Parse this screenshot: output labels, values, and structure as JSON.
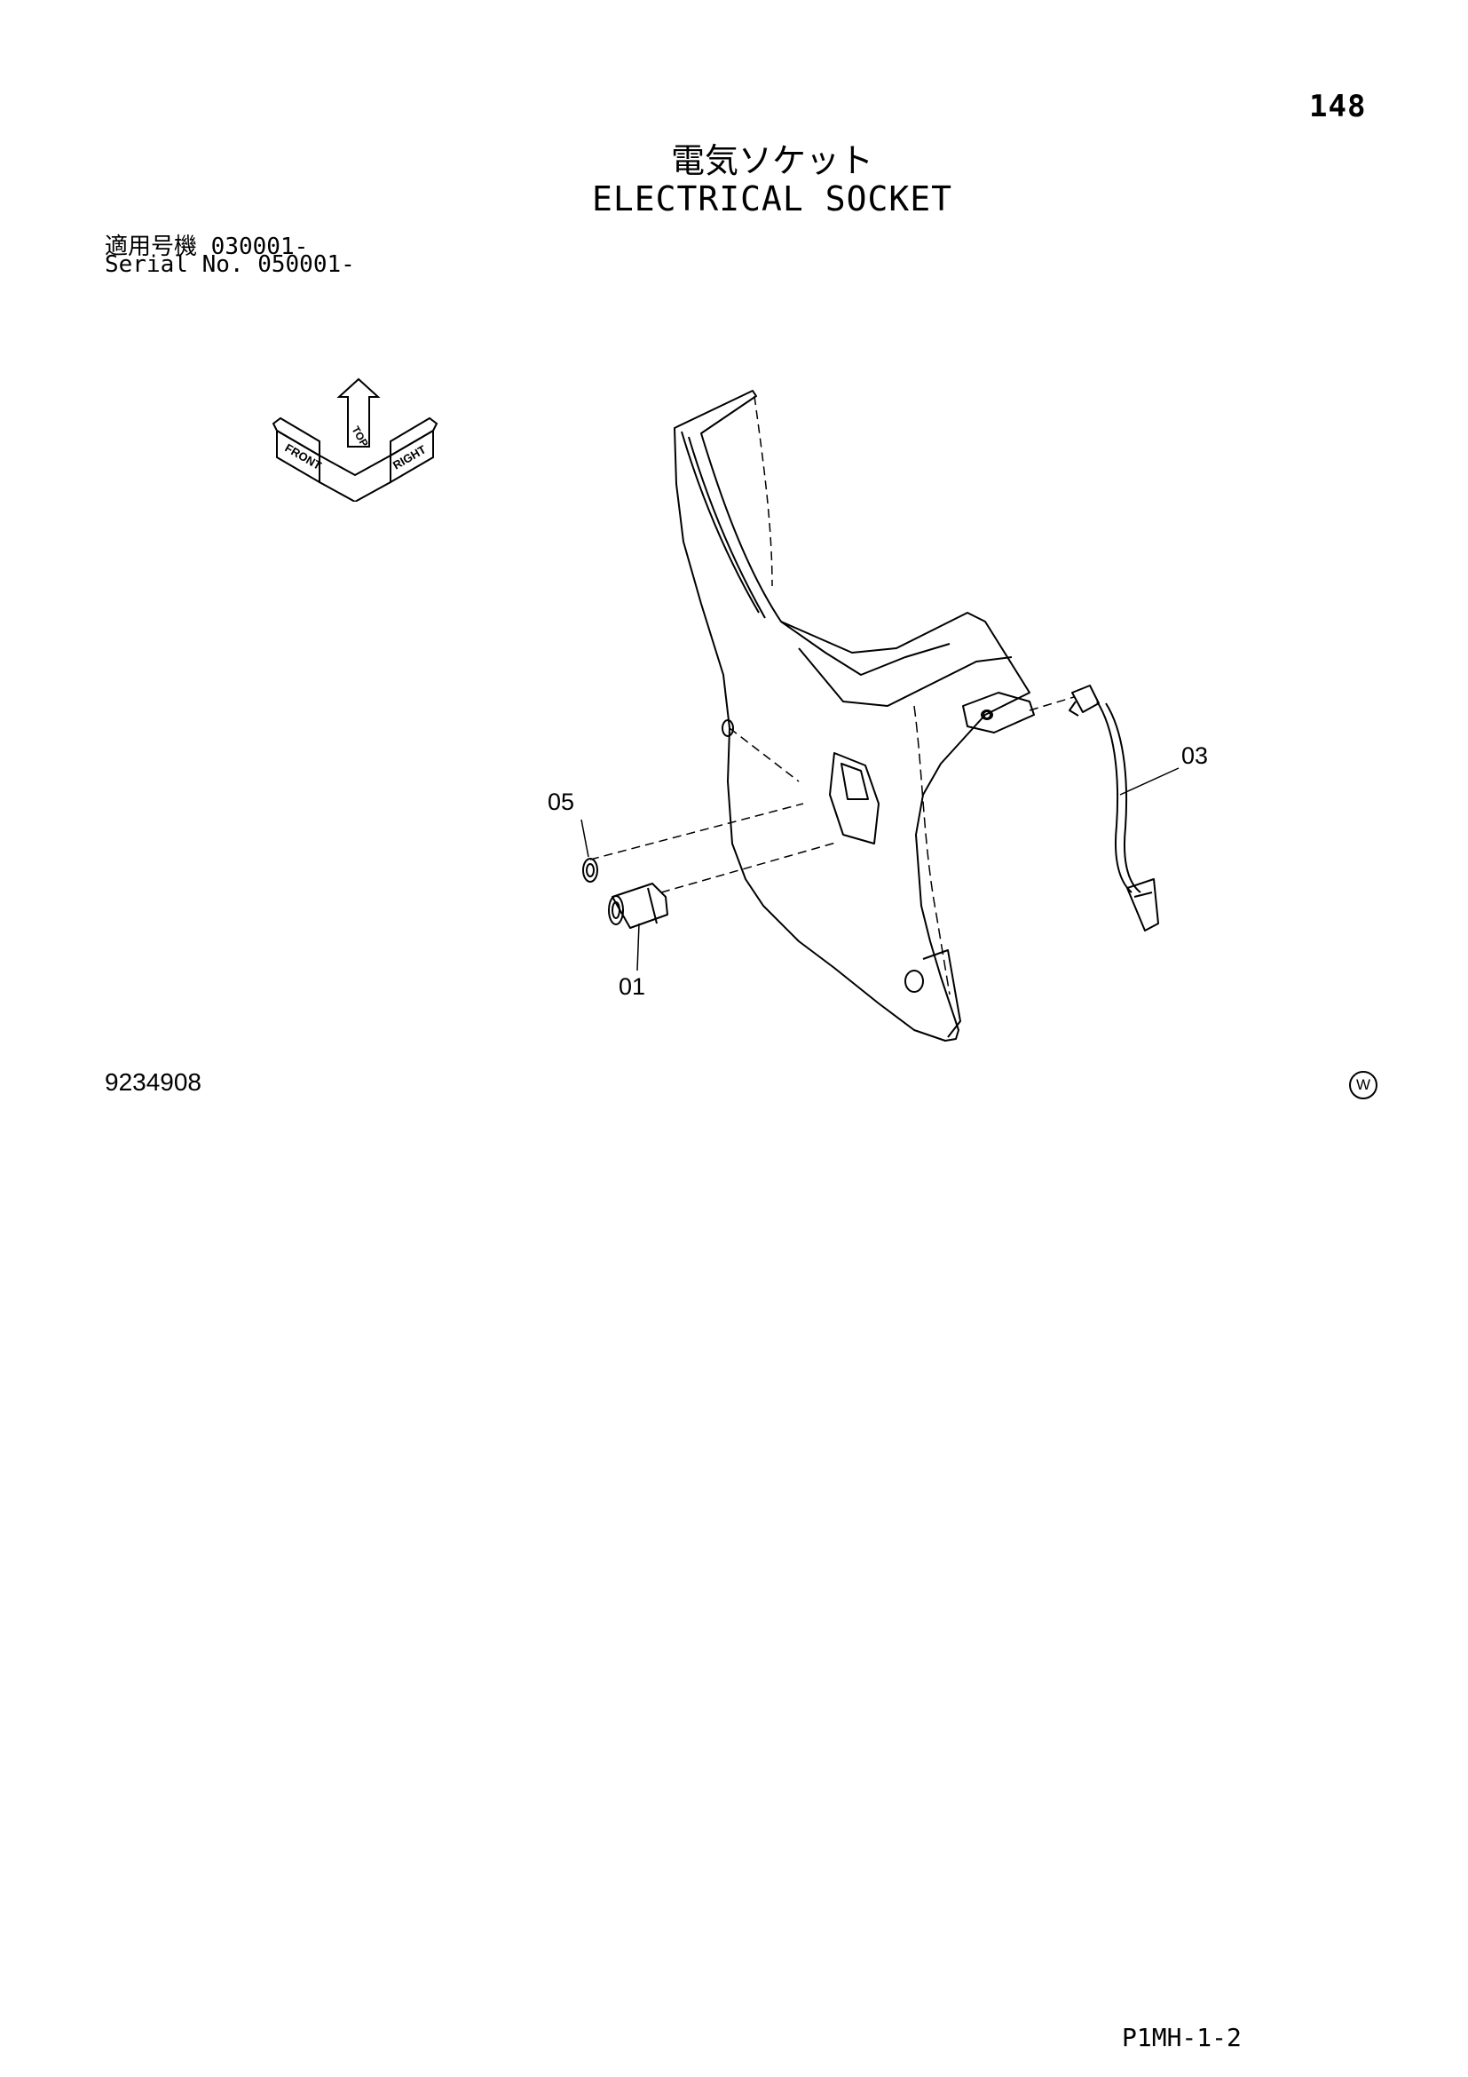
{
  "page": {
    "number": "148",
    "title_jp": "電気ソケット",
    "title_en": "ELECTRICAL SOCKET",
    "serial_jp_label": "適用号機",
    "serial_jp_value": "030001-",
    "serial_en_label": "Serial No.",
    "serial_en_value": "050001-",
    "drawing_number": "9234908",
    "watermark_symbol": "W",
    "footer_code": "P1MH-1-2"
  },
  "orientation": {
    "top_label": "TOP",
    "front_label": "FRONT",
    "right_label": "RIGHT"
  },
  "callouts": {
    "c05": "05",
    "c01": "01",
    "c03": "03"
  }
}
